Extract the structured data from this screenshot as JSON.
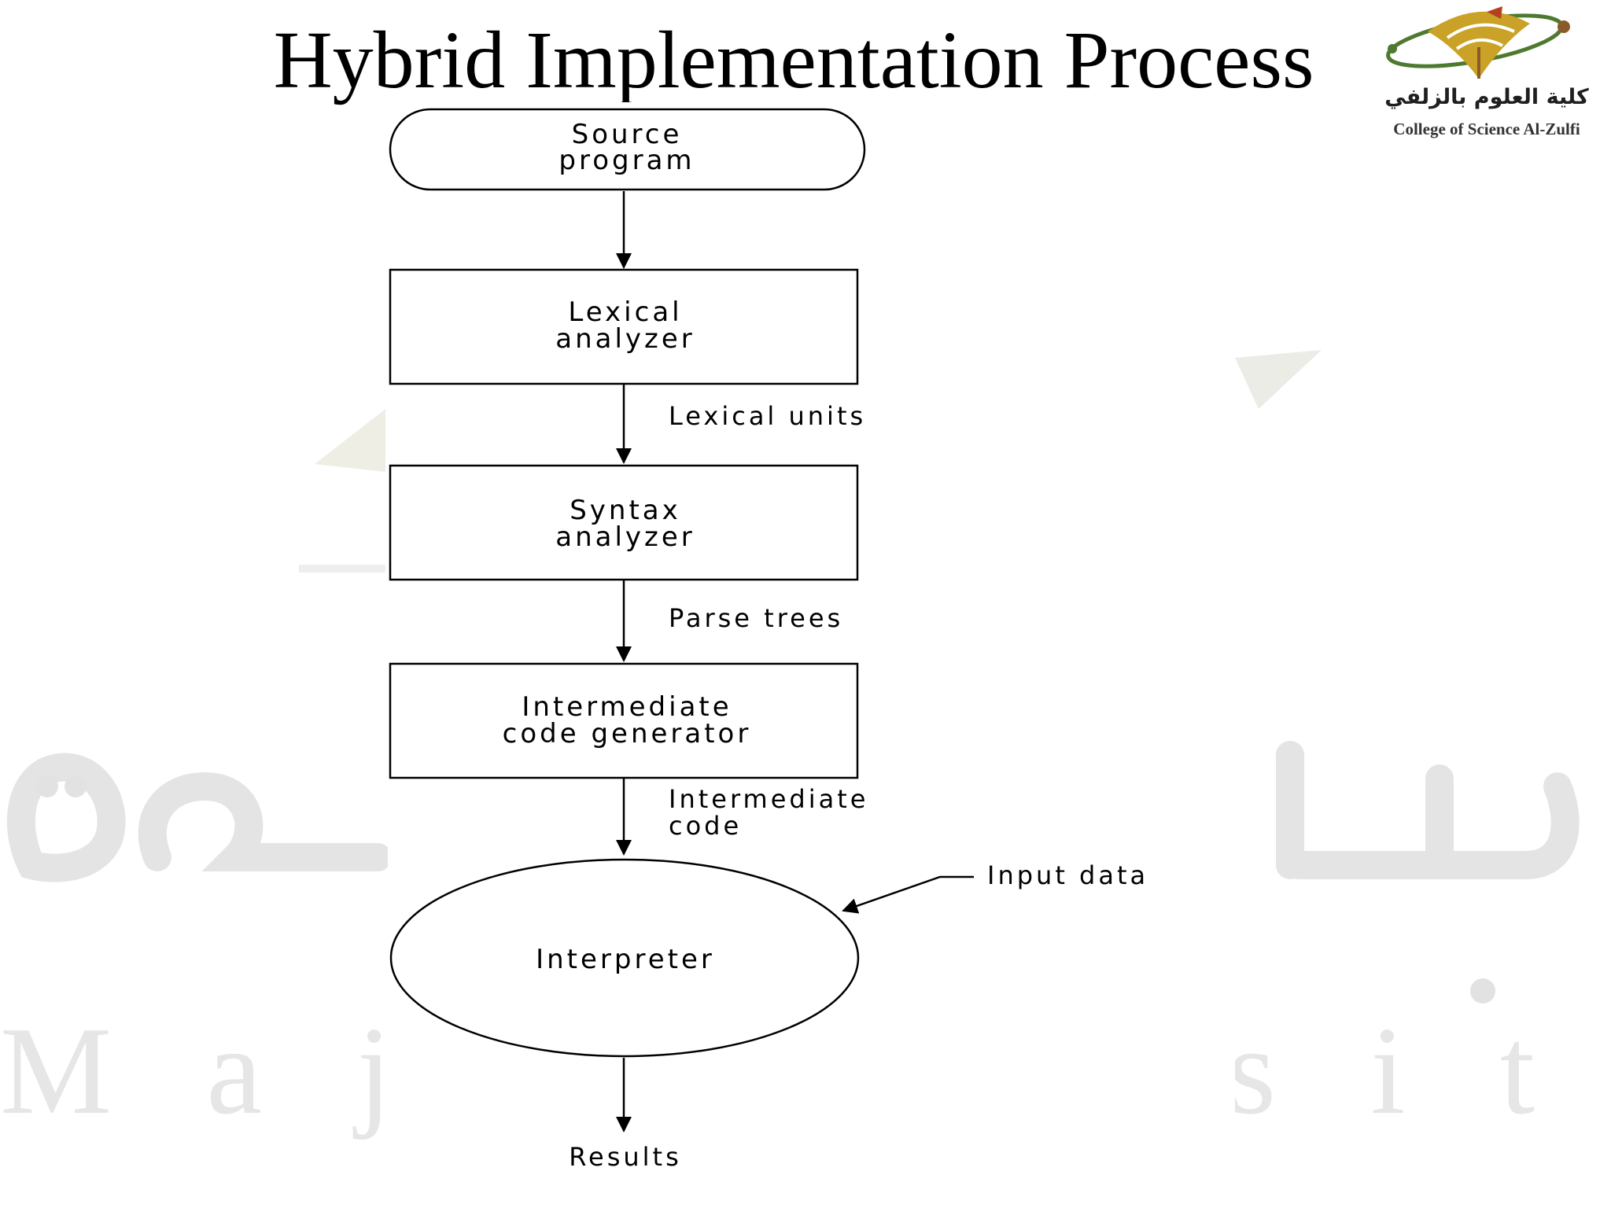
{
  "slide": {
    "title": "Hybrid Implementation Process"
  },
  "logo": {
    "arabic_text": "كلية العلوم بالزلفي",
    "english_text": "College of Science Al-Zulfi",
    "colors": {
      "gold": "#c9a227",
      "green": "#4e7a2f",
      "brown": "#8a5a2b"
    }
  },
  "watermark": {
    "arabic_word": "جامعة",
    "latin_word": "Majmaah University",
    "color": "#e6e6e6"
  },
  "flowchart": {
    "nodes": {
      "source": [
        "Source",
        "program"
      ],
      "lexical": [
        "Lexical",
        "analyzer"
      ],
      "syntax": [
        "Syntax",
        "analyzer"
      ],
      "intermediate": [
        "Intermediate",
        "code generator"
      ],
      "interpreter": [
        "Interpreter"
      ]
    },
    "edges": {
      "lexical_units": [
        "Lexical units"
      ],
      "parse_trees": [
        "Parse trees"
      ],
      "intermediate_code": [
        "Intermediate",
        "code"
      ],
      "input_data": [
        "Input data"
      ],
      "results": [
        "Results"
      ]
    }
  }
}
